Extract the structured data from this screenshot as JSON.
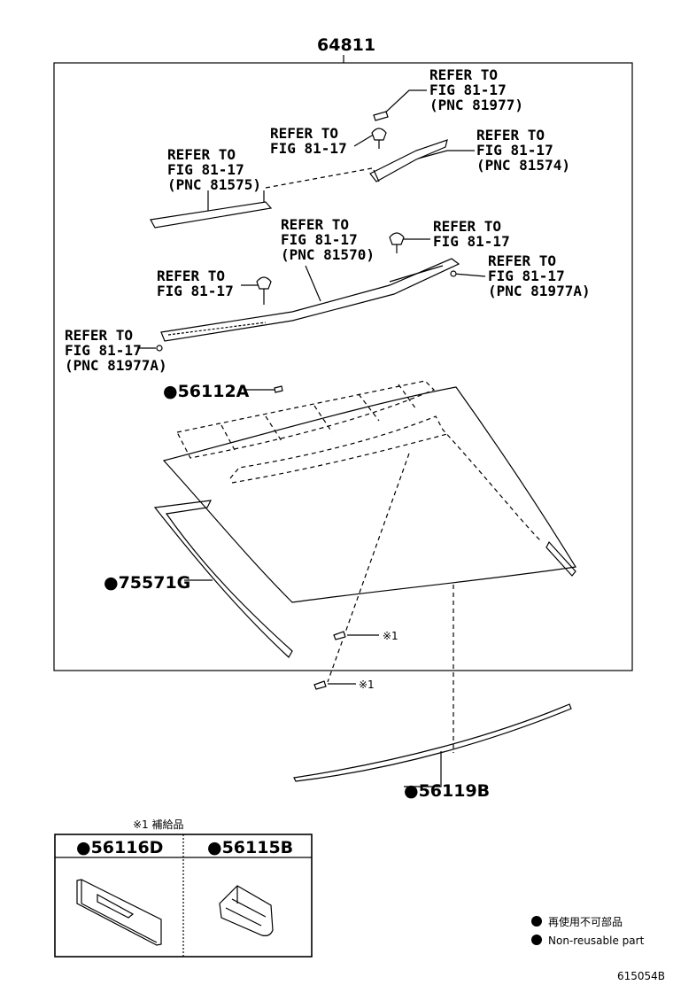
{
  "main_part": "64811",
  "callouts": {
    "c1": [
      "REFER TO",
      "FIG 81-17",
      "(PNC 81977)"
    ],
    "c2": [
      "REFER TO",
      "FIG 81-17"
    ],
    "c3": [
      "REFER TO",
      "FIG 81-17",
      "(PNC 81574)"
    ],
    "c4": [
      "REFER TO",
      "FIG 81-17",
      "(PNC 81575)"
    ],
    "c5": [
      "REFER TO",
      "FIG 81-17",
      "(PNC 81570)"
    ],
    "c6": [
      "REFER TO",
      "FIG 81-17"
    ],
    "c7": [
      "REFER TO",
      "FIG 81-17",
      "(PNC 81977A)"
    ],
    "c8": [
      "REFER TO",
      "FIG 81-17"
    ],
    "c9": [
      "REFER TO",
      "FIG 81-17",
      "(PNC 81977A)"
    ]
  },
  "parts": {
    "p56112A": "●56112A",
    "p75571G": "●75571G",
    "p56119B": "●56119B",
    "note_mark_1": "※1",
    "note_mark_2": "※1"
  },
  "supply_table": {
    "title": "※1 補給品",
    "columns": [
      "●56116D",
      "●56115B"
    ]
  },
  "legend": {
    "jp": "再使用不可部品",
    "en": "Non-reusable part"
  },
  "figure_id": "615054B"
}
